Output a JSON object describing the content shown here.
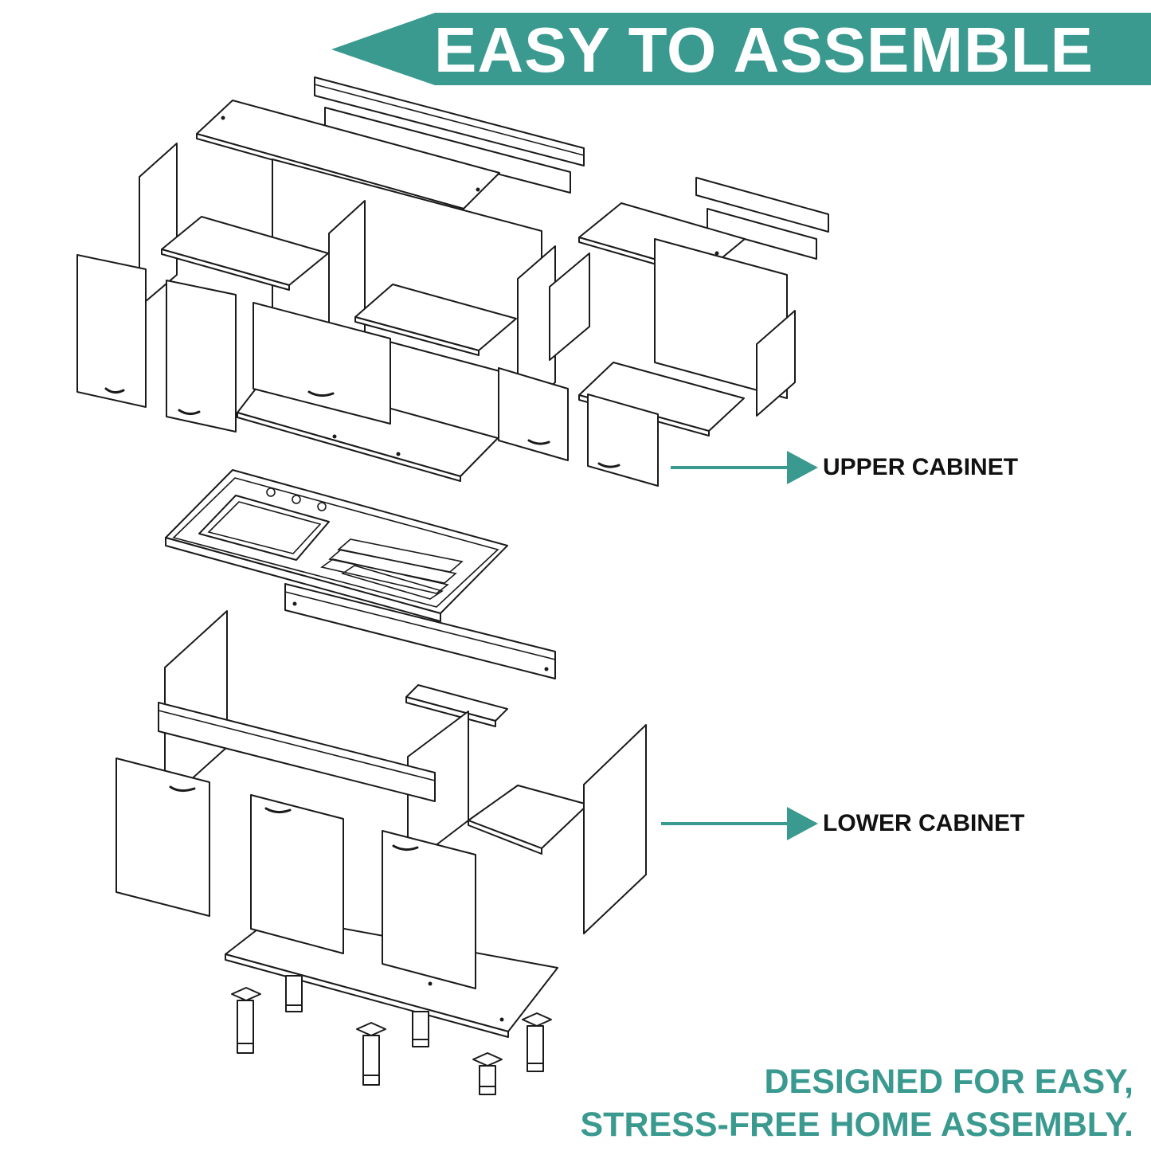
{
  "banner": {
    "title": "EASY TO ASSEMBLE"
  },
  "labels": {
    "upper": "UPPER CABINET",
    "lower": "LOWER CABINET"
  },
  "tagline": {
    "line1": "DESIGNED FOR EASY,",
    "line2": "STRESS-FREE HOME ASSEMBLY."
  },
  "colors": {
    "accent": "#3a9a8f",
    "label_text": "#111111",
    "line_art": "#1a1a1a",
    "background": "#ffffff"
  }
}
